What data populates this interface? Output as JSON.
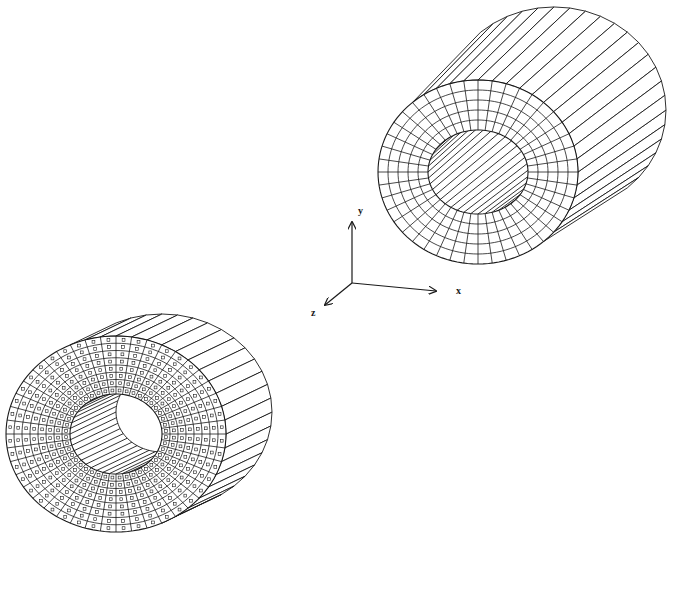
{
  "diagram": {
    "labels": [
      "y",
      "x",
      "z"
    ]
  }
}
